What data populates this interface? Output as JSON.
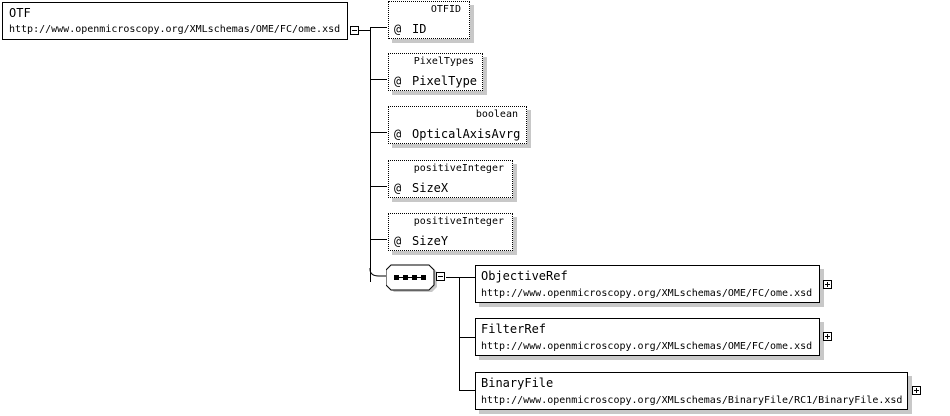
{
  "root": {
    "name": "OTF",
    "namespace": "http://www.openmicroscopy.org/XMLschemas/OME/FC/ome.xsd"
  },
  "attributes": [
    {
      "type": "OTFID",
      "name": "ID"
    },
    {
      "type": "PixelTypes",
      "name": "PixelType"
    },
    {
      "type": "boolean",
      "name": "OpticalAxisAvrg"
    },
    {
      "type": "positiveInteger",
      "name": "SizeX"
    },
    {
      "type": "positiveInteger",
      "name": "SizeY"
    }
  ],
  "attribute_symbol": "@",
  "sequence": {
    "symbol": "sequence-compositor"
  },
  "elements": [
    {
      "name": "ObjectiveRef",
      "namespace": "http://www.openmicroscopy.org/XMLschemas/OME/FC/ome.xsd"
    },
    {
      "name": "FilterRef",
      "namespace": "http://www.openmicroscopy.org/XMLschemas/OME/FC/ome.xsd"
    },
    {
      "name": "BinaryFile",
      "namespace": "http://www.openmicroscopy.org/XMLschemas/BinaryFile/RC1/BinaryFile.xsd"
    }
  ]
}
